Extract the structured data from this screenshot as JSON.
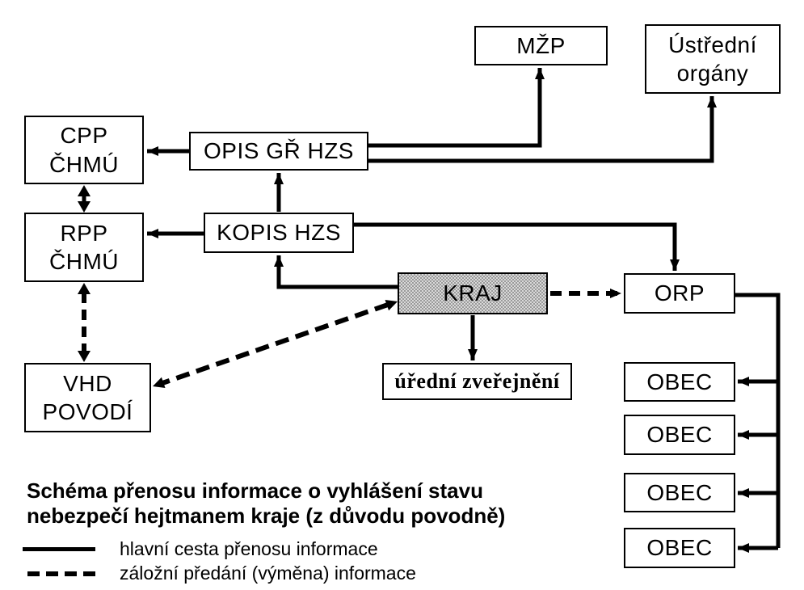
{
  "diagram": {
    "boxes": {
      "mzp": {
        "label": "MŽP"
      },
      "ustredni_organy": {
        "label": "Ústřední\norgány"
      },
      "cpp_chmu": {
        "label": "CPP\nČHMÚ"
      },
      "opis_gr_hzs": {
        "label": "OPIS GŘ HZS"
      },
      "rpp_chmu": {
        "label": "RPP\nČHMÚ"
      },
      "kopis_hzs": {
        "label": "KOPIS HZS"
      },
      "kraj": {
        "label": "KRAJ"
      },
      "orp": {
        "label": "ORP"
      },
      "uredni_zverejneni": {
        "label": "úřední zveřejnění"
      },
      "vhd_povodi": {
        "label": "VHD\nPOVODÍ"
      },
      "obec": [
        "OBEC",
        "OBEC",
        "OBEC",
        "OBEC"
      ]
    },
    "title": "Schéma přenosu informace o vyhlášení stavu\nnebezpečí hejtmanem kraje (z důvodu povodně)",
    "legend": [
      {
        "style": "solid",
        "label": "hlavní cesta přenosu informace"
      },
      {
        "style": "dashed",
        "label": "záložní předání (výměna) informace"
      }
    ],
    "colors": {
      "line": "#000000",
      "box_border": "#000000",
      "box_fill": "#ffffff",
      "kraj_fill": "#c8c8c8",
      "background": "#ffffff",
      "text": "#000000"
    }
  }
}
